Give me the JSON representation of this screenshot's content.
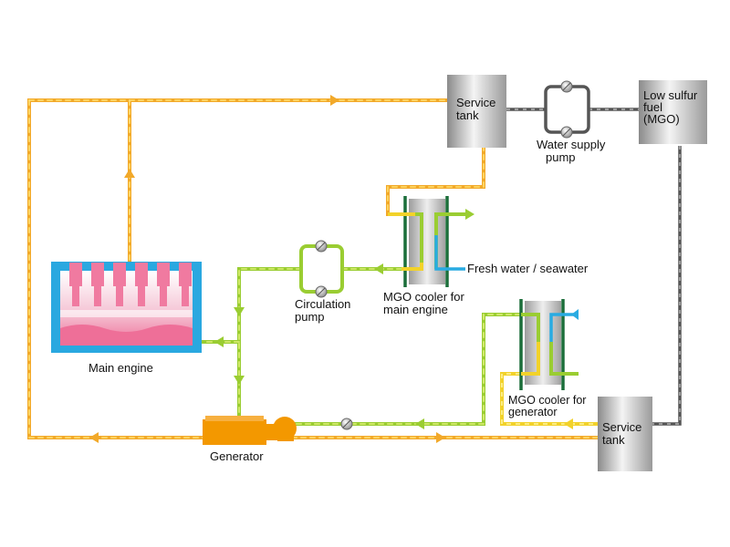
{
  "labels": {
    "service_tank_top": [
      "Service",
      "tank"
    ],
    "water_supply_pump": [
      "Water supply",
      "pump"
    ],
    "low_sulfur_fuel": [
      "Low sulfur",
      "fuel",
      "(MGO)"
    ],
    "fresh_water": "Fresh water / seawater",
    "circulation_pump": [
      "Circulation",
      "pump"
    ],
    "mgo_cooler_main": [
      "MGO cooler for",
      "main engine"
    ],
    "main_engine": "Main engine",
    "mgo_cooler_gen": [
      "MGO cooler for",
      "generator"
    ],
    "generator": "Generator",
    "service_tank_bottom": [
      "Service",
      "tank"
    ]
  },
  "colors": {
    "hot_fuel": "#f2a92a",
    "hot_fuel_dash": "#ffe070",
    "cool_fuel": "#9acd32",
    "cool_fuel_dash": "#e0f07a",
    "fuel_line_dark": "#555555",
    "water": "#29abe2",
    "cooler_plate": "#1b6e3a",
    "engine_frame": "#2aa8e0",
    "engine_body": "#f07aa0",
    "generator": "#f39800"
  }
}
